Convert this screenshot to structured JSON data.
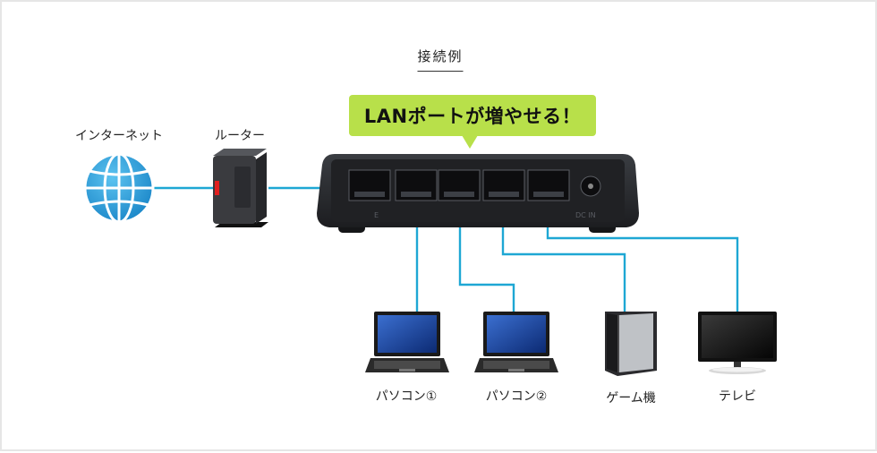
{
  "title": "接続例",
  "callout": "LANポートが増やせる！",
  "devices": {
    "internet": "インターネット",
    "router": "ルーター",
    "pc1": "パソコン①",
    "pc2": "パソコン②",
    "game": "ゲーム機",
    "tv": "テレビ"
  },
  "hub_labels": {
    "port_mark": "E",
    "power": "DC IN"
  },
  "colors": {
    "cable": "#1ea7d4",
    "callout": "#b8e04a",
    "globe": "#2a9fd8",
    "hub_body": "#2a2c30",
    "router_accent": "#e02020"
  }
}
